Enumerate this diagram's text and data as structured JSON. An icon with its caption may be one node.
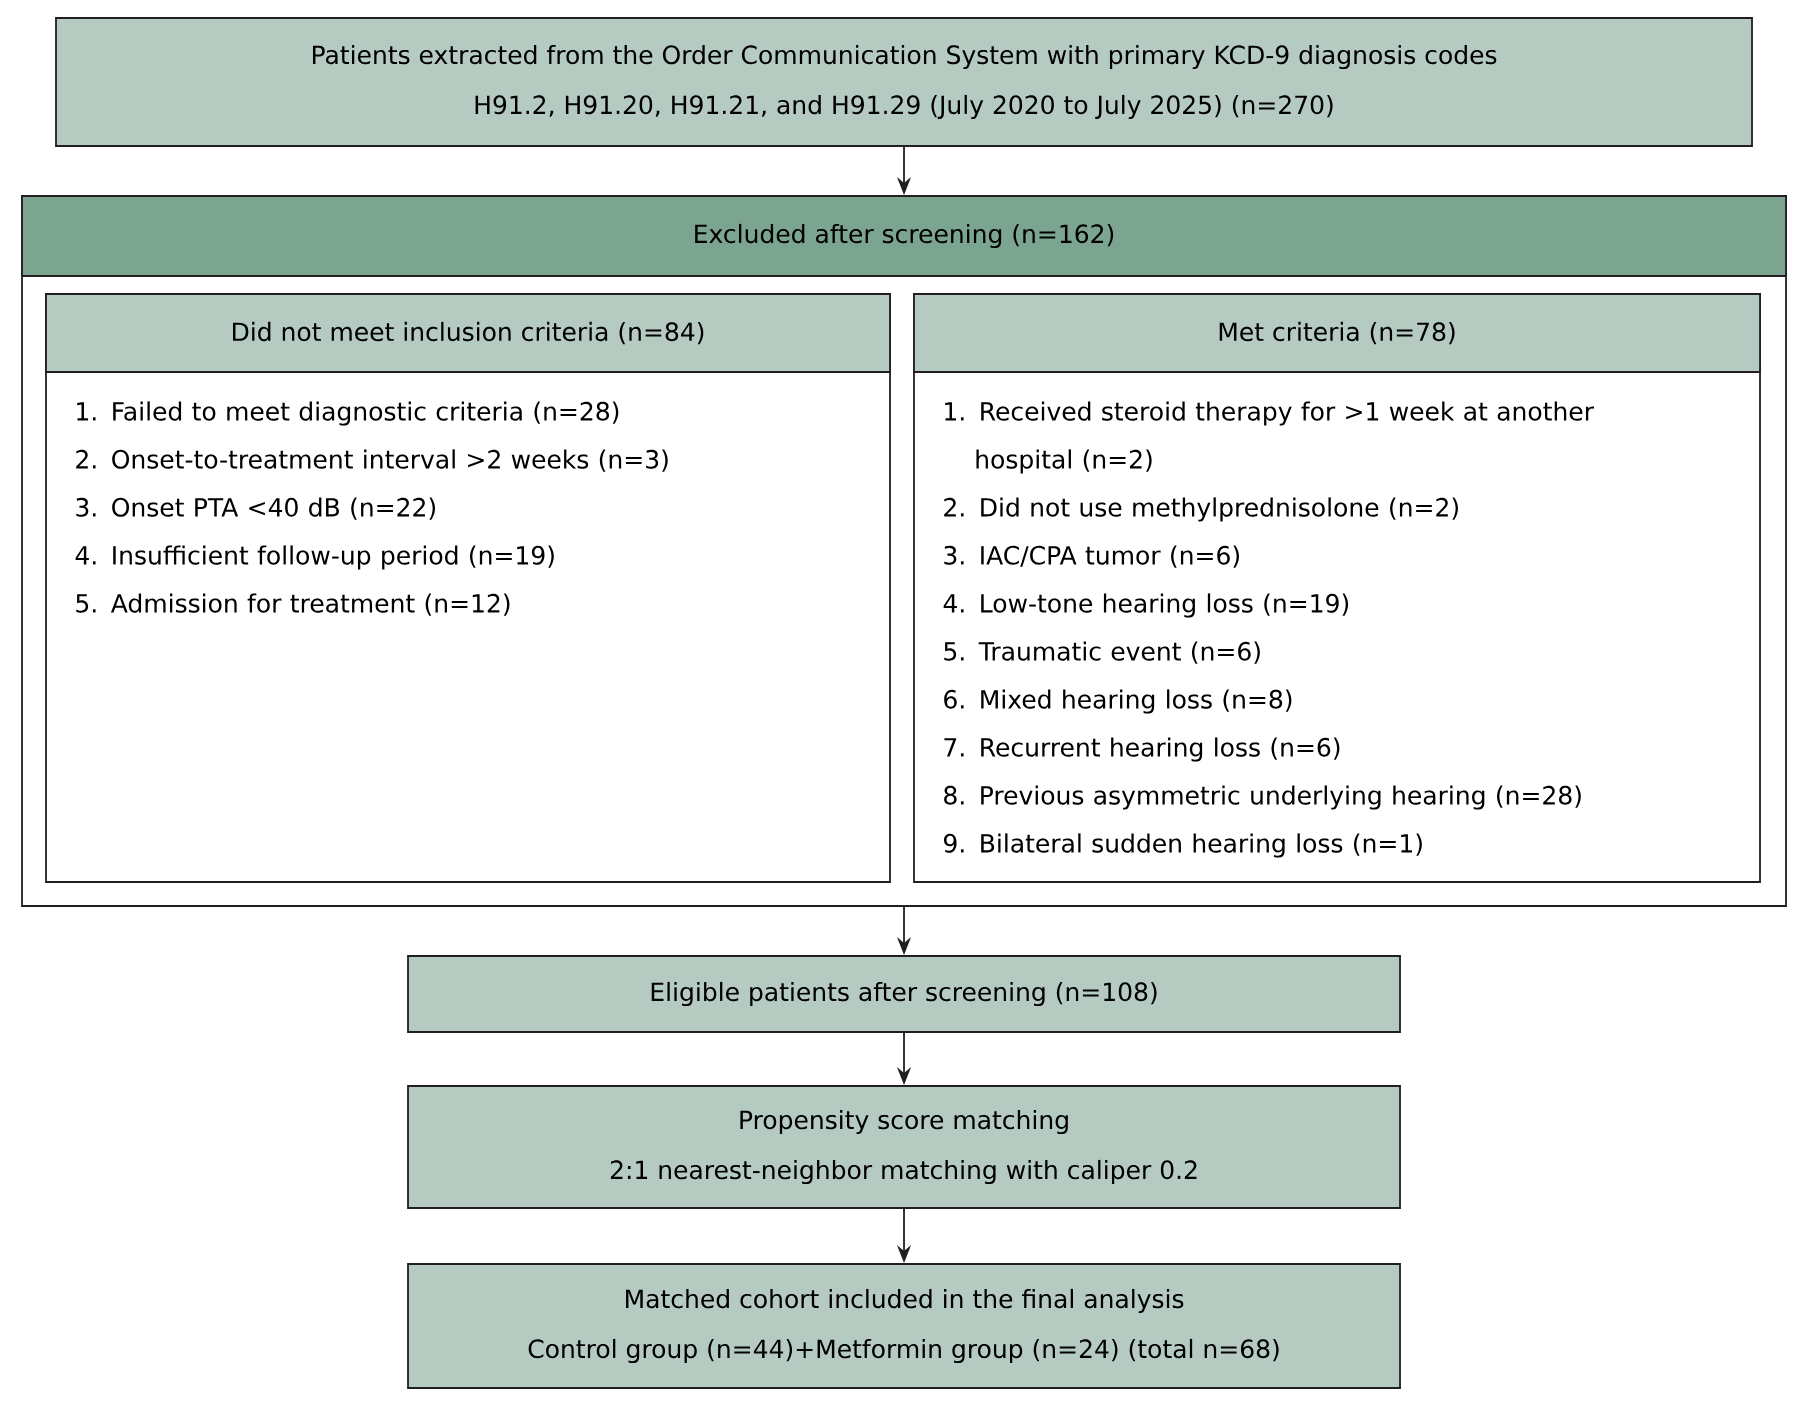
{
  "diagram": {
    "nodes": [
      {
        "text": [
          "Patients extracted from the Order Communication System with primary KCD-9 diagnosis codes H91.2, H91.20, H91.21, and H91.29 (July 2020 to July 2025) (n=270)"
        ]
      },
      {
        "text": [
          "Excluded after screening (n=162)"
        ]
      },
      {
        "text": [
          "Did not meet inclusion criteria (n=84)",
          "1. Failed to meet diagnostic criteria (n=28)",
          "2. Onset-to-treatment interval >2 weeks (n=3)",
          "3. Onset PTA <40 dB (n=22)",
          "4. Insufficient follow-up period (n=19)",
          "5. Admission for treatment (n=12)"
        ],
        "in": 1
      },
      {
        "text": [
          "Met criteria (n=78)",
          "1. Received steroid therapy for >1 week at another hospital (n=2)",
          "2. Did not use methylprednisolone (n=2)",
          "3. IAC/CPA tumor (n=6)",
          "4. Low-tone hearing loss (n=19)",
          "5. Traumatic event (n=6)",
          "6. Mixed hearing loss (n=8)",
          "7. Recurrent hearing loss (n=6)",
          "8. Previous asymmetric underlying hearing (n=28)",
          "9. Bilateral sudden hearing loss (n=1)"
        ],
        "in": 1
      },
      {
        "text": [
          "Eligible patients after screening (n=108)"
        ]
      },
      {
        "text": [
          "Propensity score matching",
          "2:1 nearest-neighbor matching with caliper 0.2"
        ]
      },
      {
        "text": [
          "Matched cohort included in the final analysis",
          "Control group (n=44)+Metformin group (n=24) (total n=68)"
        ]
      }
    ],
    "edges": [
      {
        "from": 0,
        "to": 1,
        "arrow": "to"
      },
      {
        "from": 1,
        "to": 4,
        "arrow": "to"
      },
      {
        "from": 4,
        "to": 5,
        "arrow": "to"
      },
      {
        "from": 5,
        "to": 6,
        "arrow": "to"
      }
    ]
  }
}
